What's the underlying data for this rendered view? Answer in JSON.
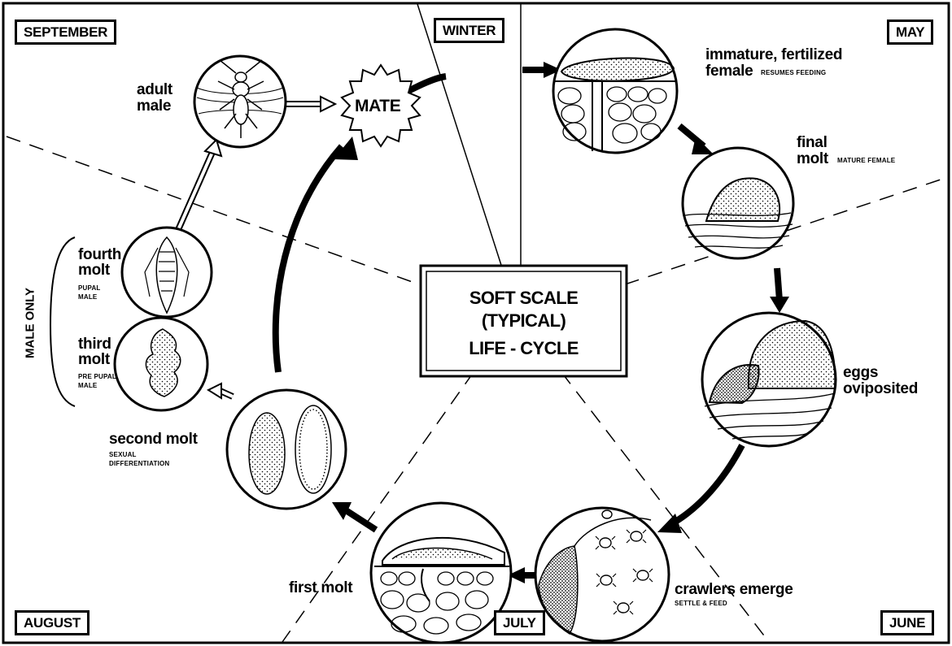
{
  "months": {
    "september": "SEPTEMBER",
    "winter": "WINTER",
    "may": "MAY",
    "june": "JUNE",
    "july": "JULY",
    "august": "AUGUST"
  },
  "center": {
    "line1": "SOFT SCALE",
    "line2": "(TYPICAL)",
    "line3": "LIFE - CYCLE"
  },
  "mate": "MATE",
  "male_only": "MALE ONLY",
  "stages": {
    "immature_female": {
      "line1": "immature, fertilized",
      "line2": "female",
      "note": "RESUMES FEEDING"
    },
    "final_molt": {
      "line1": "final",
      "line2": "molt",
      "note": "MATURE FEMALE"
    },
    "eggs": {
      "line1": "eggs",
      "line2": "oviposited"
    },
    "crawlers": {
      "line1": "crawlers emerge",
      "note": "SETTLE & FEED"
    },
    "first_molt": {
      "line1": "first molt"
    },
    "second_molt": {
      "line1": "second molt",
      "note1": "SEXUAL",
      "note2": "DIFFERENTIATION"
    },
    "third_molt": {
      "line1": "third",
      "line2": "molt",
      "note1": "PRE PUPAL",
      "note2": "MALE"
    },
    "fourth_molt": {
      "line1": "fourth",
      "line2": "molt",
      "note1": "PUPAL",
      "note2": "MALE"
    },
    "adult_male": {
      "line1": "adult",
      "line2": "male"
    }
  }
}
